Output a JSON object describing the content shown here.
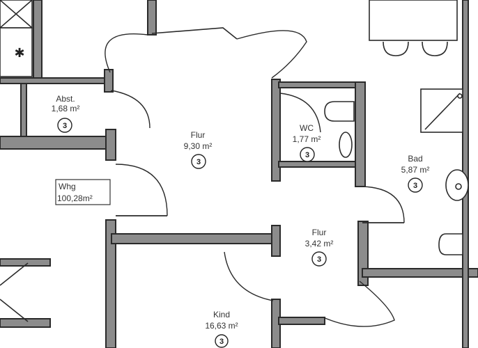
{
  "rooms": [
    {
      "id": "abst",
      "name": "Abst.",
      "area": "1,68 m²",
      "badge": "3"
    },
    {
      "id": "flur1",
      "name": "Flur",
      "area": "9,30 m²",
      "badge": "3"
    },
    {
      "id": "wc",
      "name": "WC",
      "area": "1,77 m²",
      "badge": "3"
    },
    {
      "id": "bad",
      "name": "Bad",
      "area": "5,87 m²",
      "badge": "3"
    },
    {
      "id": "flur2",
      "name": "Flur",
      "area": "3,42 m²",
      "badge": "3"
    },
    {
      "id": "kind",
      "name": "Kind",
      "area": "16,63 m²",
      "badge": "3"
    }
  ],
  "apartment": {
    "name": "Whg",
    "area": "100,28m²"
  }
}
